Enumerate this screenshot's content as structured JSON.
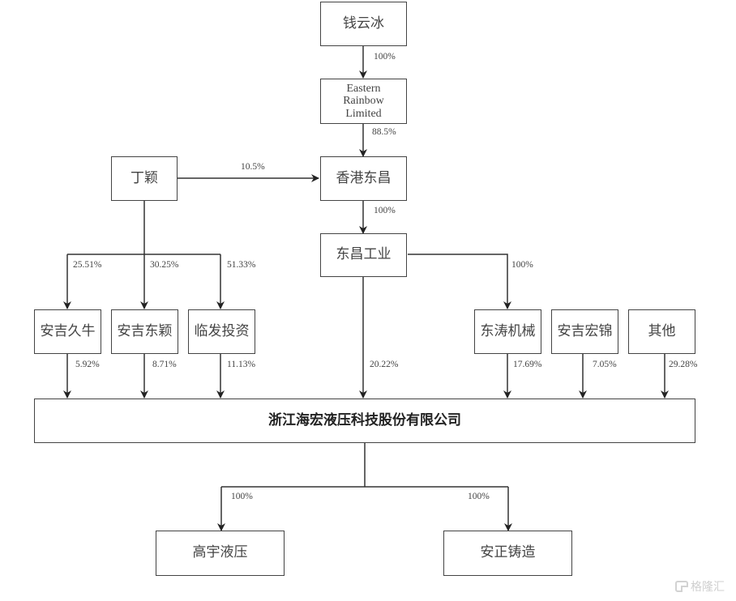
{
  "nodes": {
    "qian_yunbing": "钱云冰",
    "eastern_rainbow": "Eastern Rainbow Limited",
    "ding_ying": "丁颖",
    "hk_dongchang": "香港东昌",
    "dongchang_industry": "东昌工业",
    "anji_jiuniu": "安吉久牛",
    "anji_dongying": "安吉东颖",
    "linfa_investment": "临发投资",
    "dongtao_machinery": "东涛机械",
    "anji_hongjin": "安吉宏锦",
    "others": "其他",
    "main_company": "浙江海宏液压科技股份有限公司",
    "gaoyu_hydraulic": "高宇液压",
    "anzheng_casting": "安正铸造"
  },
  "edges": [
    {
      "from": "qian_yunbing",
      "to": "eastern_rainbow",
      "pct": "100%"
    },
    {
      "from": "eastern_rainbow",
      "to": "hk_dongchang",
      "pct": "88.5%"
    },
    {
      "from": "ding_ying",
      "to": "hk_dongchang",
      "pct": "10.5%"
    },
    {
      "from": "hk_dongchang",
      "to": "dongchang_industry",
      "pct": "100%"
    },
    {
      "from": "ding_ying",
      "to": "anji_jiuniu",
      "pct": "25.51%"
    },
    {
      "from": "ding_ying",
      "to": "anji_dongying",
      "pct": "30.25%"
    },
    {
      "from": "ding_ying",
      "to": "linfa_investment",
      "pct": "51.33%"
    },
    {
      "from": "dongchang_industry",
      "to": "dongtao_machinery",
      "pct": "100%"
    },
    {
      "from": "anji_jiuniu",
      "to": "main_company",
      "pct": "5.92%"
    },
    {
      "from": "anji_dongying",
      "to": "main_company",
      "pct": "8.71%"
    },
    {
      "from": "linfa_investment",
      "to": "main_company",
      "pct": "11.13%"
    },
    {
      "from": "dongchang_industry",
      "to": "main_company",
      "pct": "20.22%"
    },
    {
      "from": "dongtao_machinery",
      "to": "main_company",
      "pct": "17.69%"
    },
    {
      "from": "anji_hongjin",
      "to": "main_company",
      "pct": "7.05%"
    },
    {
      "from": "others",
      "to": "main_company",
      "pct": "29.28%"
    },
    {
      "from": "main_company",
      "to": "gaoyu_hydraulic",
      "pct": "100%"
    },
    {
      "from": "main_company",
      "to": "anzheng_casting",
      "pct": "100%"
    }
  ],
  "watermark": "格隆汇"
}
